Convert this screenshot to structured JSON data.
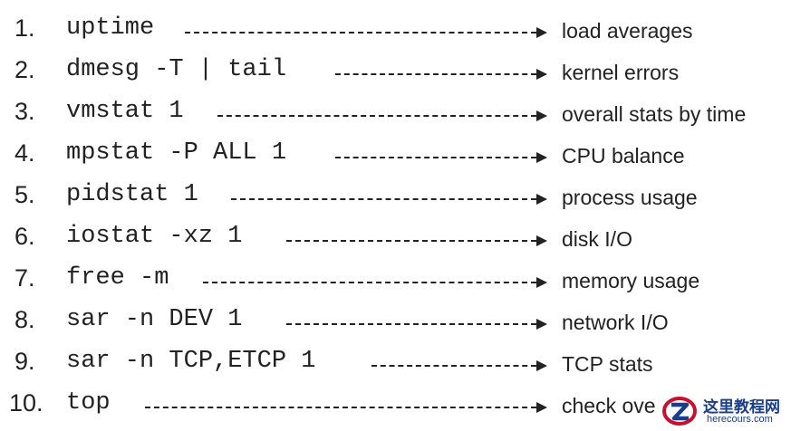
{
  "items": [
    {
      "num": "1.",
      "cmd": "uptime",
      "desc": "load averages"
    },
    {
      "num": "2.",
      "cmd": "dmesg -T | tail",
      "desc": "kernel errors"
    },
    {
      "num": "3.",
      "cmd": "vmstat 1",
      "desc": "overall stats by time"
    },
    {
      "num": "4.",
      "cmd": "mpstat -P ALL 1",
      "desc": "CPU balance"
    },
    {
      "num": "5.",
      "cmd": "pidstat 1",
      "desc": "process usage"
    },
    {
      "num": "6.",
      "cmd": "iostat -xz 1",
      "desc": "disk I/O"
    },
    {
      "num": "7.",
      "cmd": "free -m",
      "desc": "memory usage"
    },
    {
      "num": "8.",
      "cmd": "sar -n DEV 1",
      "desc": "network I/O"
    },
    {
      "num": "9.",
      "cmd": "sar -n TCP,ETCP 1",
      "desc": "TCP stats"
    },
    {
      "num": "10.",
      "cmd": "top",
      "desc": "check ove"
    }
  ],
  "watermark": {
    "text": "这里教程网",
    "url": "herecours.com"
  }
}
